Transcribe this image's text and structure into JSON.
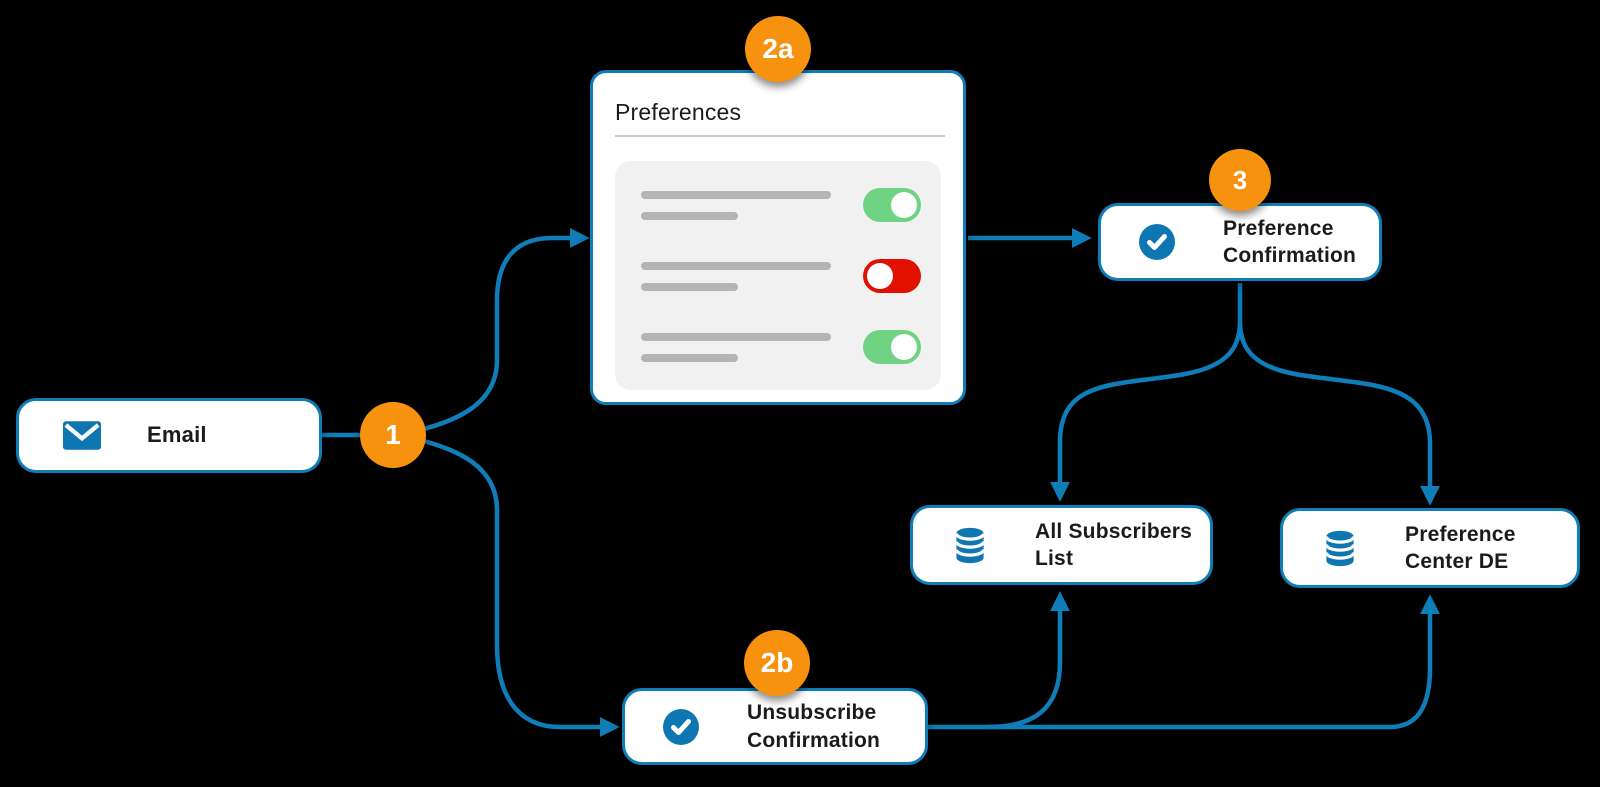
{
  "diagram": {
    "description": "Email preference center flow diagram",
    "colors": {
      "background": "#000000",
      "accent_blue": "#0F7DB8",
      "icon_blue": "#0E76B1",
      "badge_orange": "#F7920E",
      "toggle_on_green": "#6FD383",
      "toggle_off_red": "#E11000",
      "placeholder_gray": "#B4B4B4",
      "panel_gray": "#F1F1F1"
    }
  },
  "badges": {
    "step1": "1",
    "step2a": "2a",
    "step2b": "2b",
    "step3": "3"
  },
  "nodes": {
    "email": {
      "label": "Email",
      "icon": "envelope-icon"
    },
    "preference_confirmation": {
      "label": "Preference\nConfirmation",
      "icon": "check-circle-icon"
    },
    "unsubscribe_confirmation": {
      "label": "Unsubscribe\nConfirmation",
      "icon": "check-circle-icon"
    },
    "all_subscribers_list": {
      "label": "All Subscribers\nList",
      "icon": "database-icon"
    },
    "preference_center_de": {
      "label": "Preference\nCenter DE",
      "icon": "database-icon"
    }
  },
  "preferences_card": {
    "title": "Preferences",
    "rows": [
      {
        "toggle": "on"
      },
      {
        "toggle": "off"
      },
      {
        "toggle": "on"
      }
    ]
  }
}
